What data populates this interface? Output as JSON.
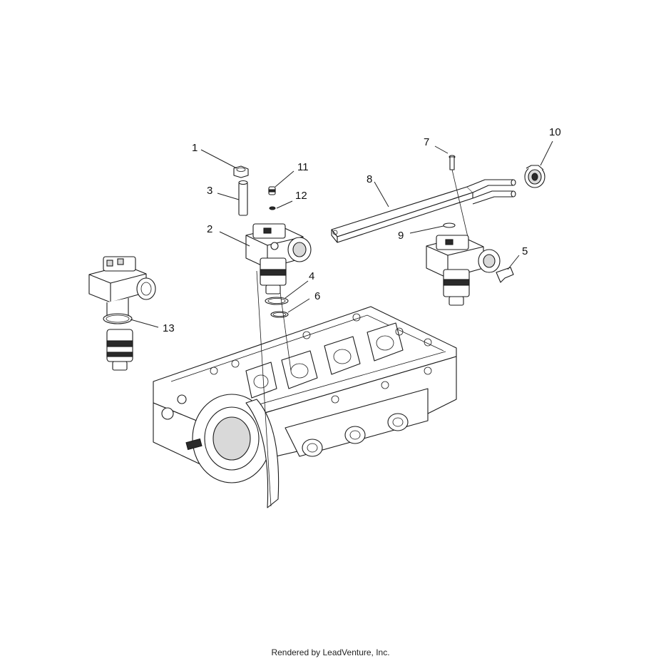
{
  "callouts": [
    {
      "id": "1",
      "label": "1"
    },
    {
      "id": "2",
      "label": "2"
    },
    {
      "id": "3",
      "label": "3"
    },
    {
      "id": "4",
      "label": "4"
    },
    {
      "id": "5",
      "label": "5"
    },
    {
      "id": "6",
      "label": "6"
    },
    {
      "id": "7",
      "label": "7"
    },
    {
      "id": "8",
      "label": "8"
    },
    {
      "id": "9",
      "label": "9"
    },
    {
      "id": "10",
      "label": "10"
    },
    {
      "id": "11",
      "label": "11"
    },
    {
      "id": "12",
      "label": "12"
    },
    {
      "id": "13",
      "label": "13"
    }
  ],
  "footer": {
    "credit": "Rendered by LeadVenture, Inc."
  }
}
